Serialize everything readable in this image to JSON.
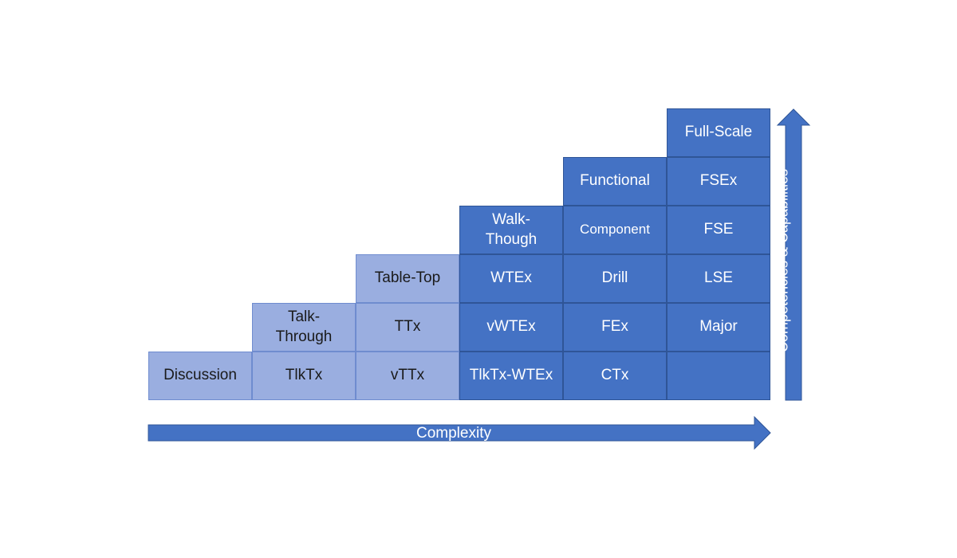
{
  "columns": [
    {
      "header": "Discussion",
      "items": []
    },
    {
      "header": "Talk-Through",
      "items": [
        "TlkTx"
      ]
    },
    {
      "header": "Table-Top",
      "items": [
        "TTx",
        "vTTx"
      ]
    },
    {
      "header": "Walk-Though",
      "items": [
        "WTEx",
        "vWTEx",
        "TlkTx-WTEx"
      ]
    },
    {
      "header": "Functional",
      "items": [
        "Component",
        "Drill",
        "FEx",
        "CTx"
      ]
    },
    {
      "header": "Full-Scale",
      "items": [
        "FSEx",
        "FSE",
        "LSE",
        "Major",
        ""
      ]
    }
  ],
  "x_axis": {
    "label": "Complexity"
  },
  "y_axis": {
    "label": "Competencies & Capabilities"
  },
  "colors": {
    "light_cell": "#9aaee0",
    "dark_cell": "#4472c4",
    "arrow": "#4472c4",
    "border": "#2f5597"
  }
}
